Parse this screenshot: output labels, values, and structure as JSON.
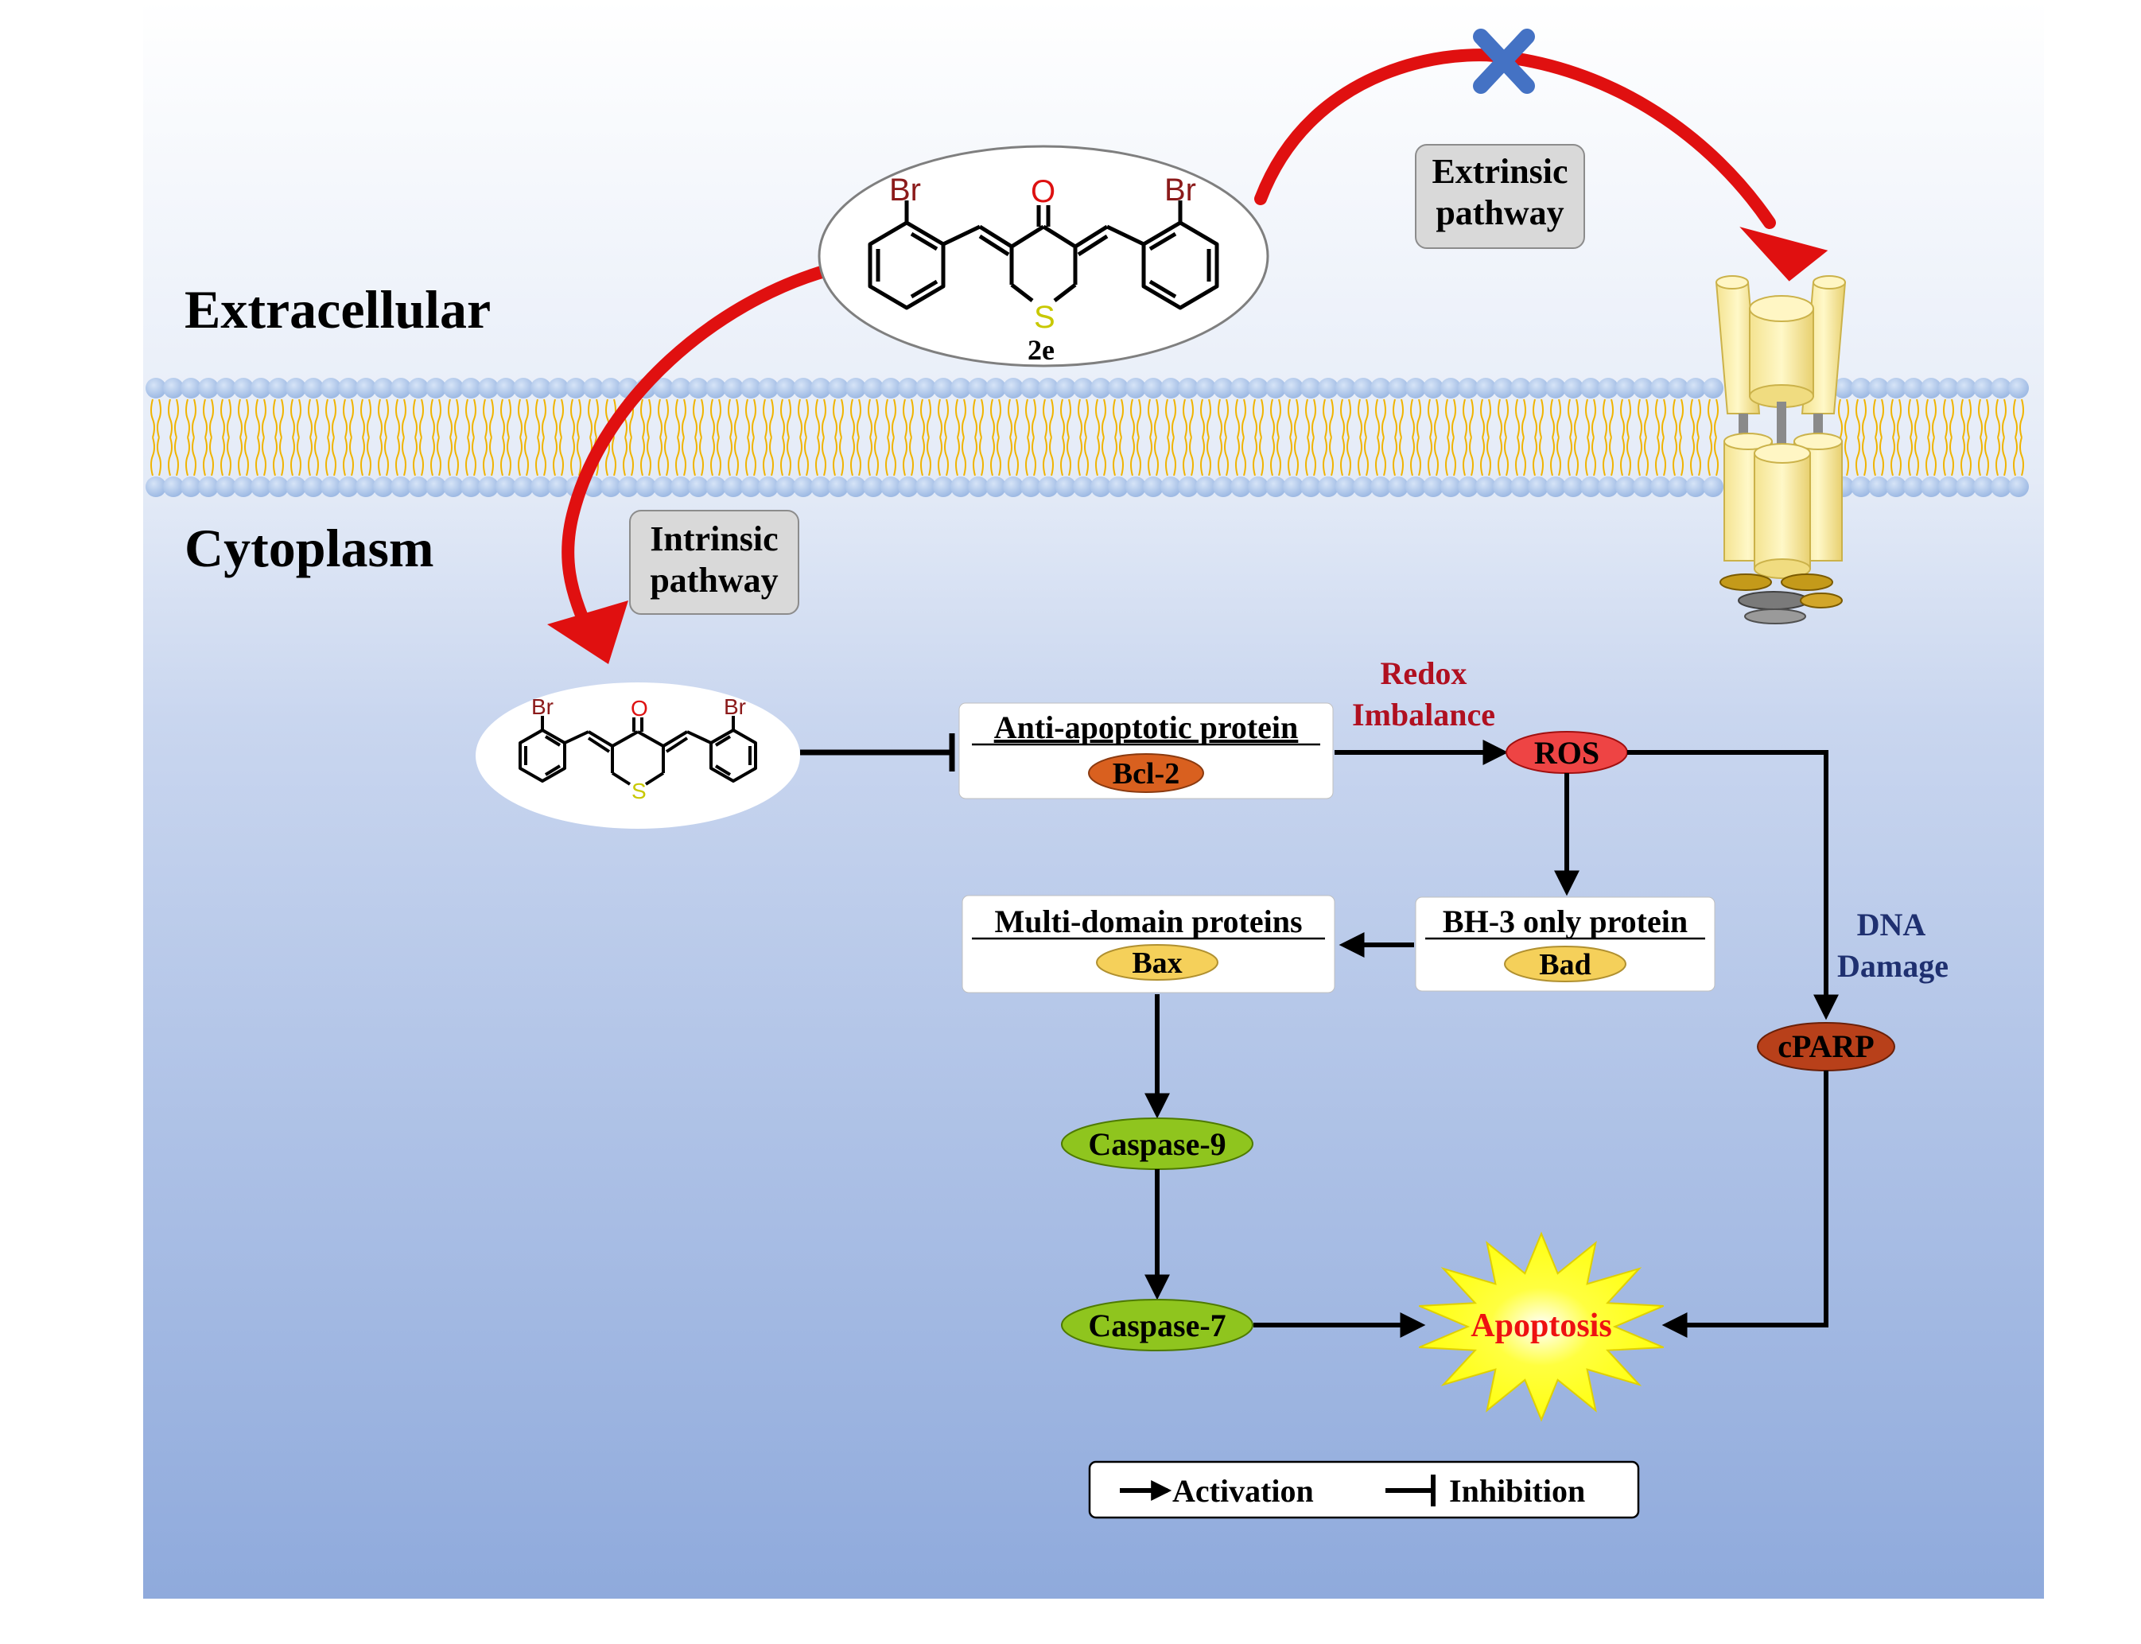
{
  "regions": {
    "extracellular": "Extracellular",
    "cytoplasm": "Cytoplasm"
  },
  "compound": {
    "label": "2e",
    "atom_br": "Br",
    "atom_o": "O",
    "atom_s": "S"
  },
  "pathways": {
    "extrinsic_line1": "Extrinsic",
    "extrinsic_line2": "pathway",
    "intrinsic_line1": "Intrinsic",
    "intrinsic_line2": "pathway"
  },
  "nodes": {
    "anti_apoptotic": "Anti-apoptotic protein",
    "bcl2": "Bcl-2",
    "ros": "ROS",
    "bh3": "BH-3 only protein",
    "bad": "Bad",
    "multidomain": "Multi-domain proteins",
    "bax": "Bax",
    "caspase9": "Caspase-9",
    "caspase7": "Caspase-7",
    "cparp": "cPARP",
    "apoptosis": "Apoptosis"
  },
  "annotations": {
    "redox_line1": "Redox",
    "redox_line2": "Imbalance",
    "dna_line1": "DNA",
    "dna_line2": "Damage"
  },
  "legend": {
    "activation": "Activation",
    "inhibition": "Inhibition"
  },
  "colors": {
    "bg_top": "#ffffff",
    "bg_bottom": "#8faadc",
    "lipid_head": "#a9c4ea",
    "lipid_tail": "#f0b400",
    "curved_arrow": "#e01010",
    "block_x": "#4472c4",
    "bcl2": "#d9601f",
    "ros": "#ee4444",
    "bh3_bax": "#f5d05a",
    "caspase": "#8fc51e",
    "cparp": "#b8401a",
    "apoptosis_fill": "#ffff00",
    "apoptosis_text": "#ee1111",
    "redox_text": "#b01020",
    "dna_text": "#1f3070",
    "br_color": "#8b1a1a",
    "o_color": "#dd1111",
    "s_color": "#c8c800"
  }
}
